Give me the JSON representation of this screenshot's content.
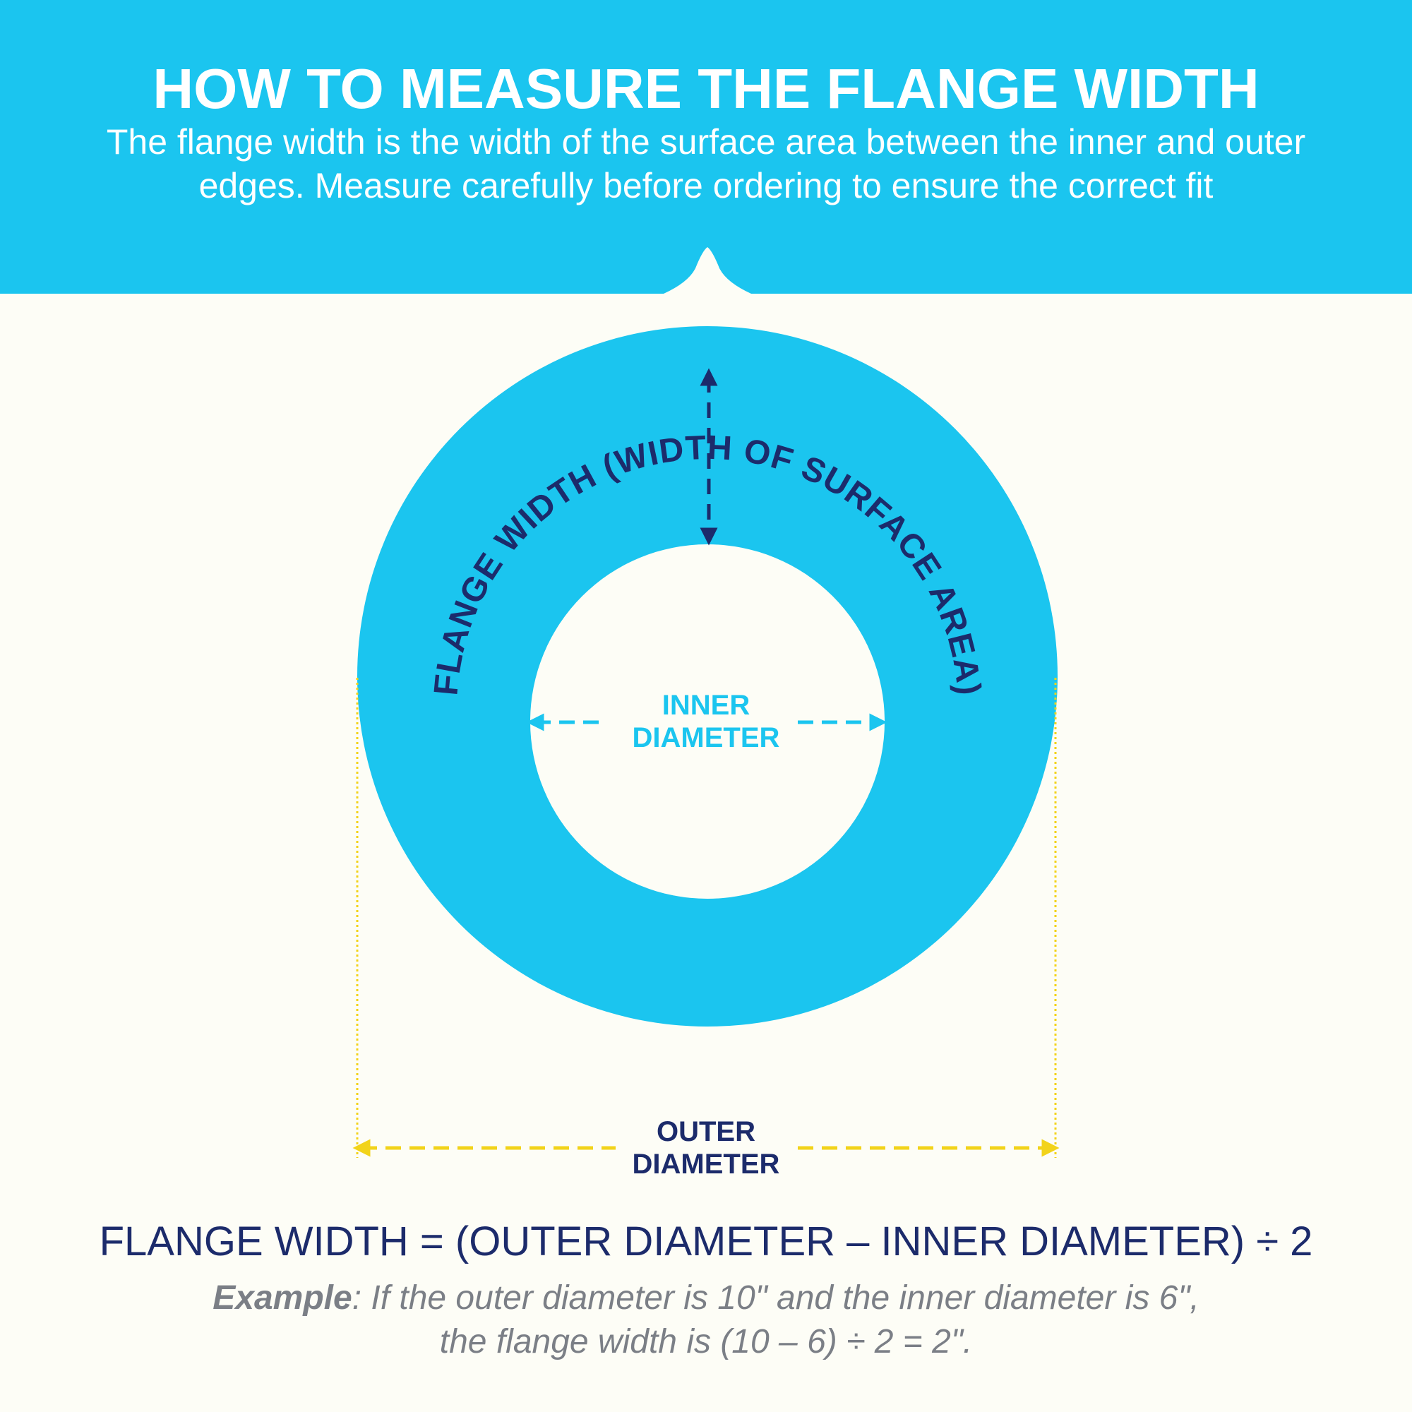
{
  "header": {
    "title": "HOW TO MEASURE THE FLANGE WIDTH",
    "subtitle_line1": "The flange width is the width of the surface area between the inner and outer",
    "subtitle_line2": "edges. Measure carefully before ordering to ensure the correct fit"
  },
  "diagram": {
    "flange_width_label": "FLANGE WIDTH (WIDTH OF SURFACE AREA)",
    "inner_label_line1": "INNER",
    "inner_label_line2": "DIAMETER",
    "outer_label_line1": "OUTER",
    "outer_label_line2": "DIAMETER"
  },
  "formula": {
    "text": "FLANGE WIDTH = (OUTER DIAMETER – INNER DIAMETER) ÷ 2"
  },
  "example": {
    "label": "Example",
    "line1_rest": ": If the outer diameter is 10\" and the inner diameter is 6\",",
    "line2": "the flange width is (10 – 6) ÷ 2 = 2\"."
  },
  "colors": {
    "accent_blue": "#1bc5ef",
    "navy": "#1c2b6b",
    "yellow": "#f2d31a",
    "gray": "#7b7f86",
    "background": "#fdfdf6"
  }
}
